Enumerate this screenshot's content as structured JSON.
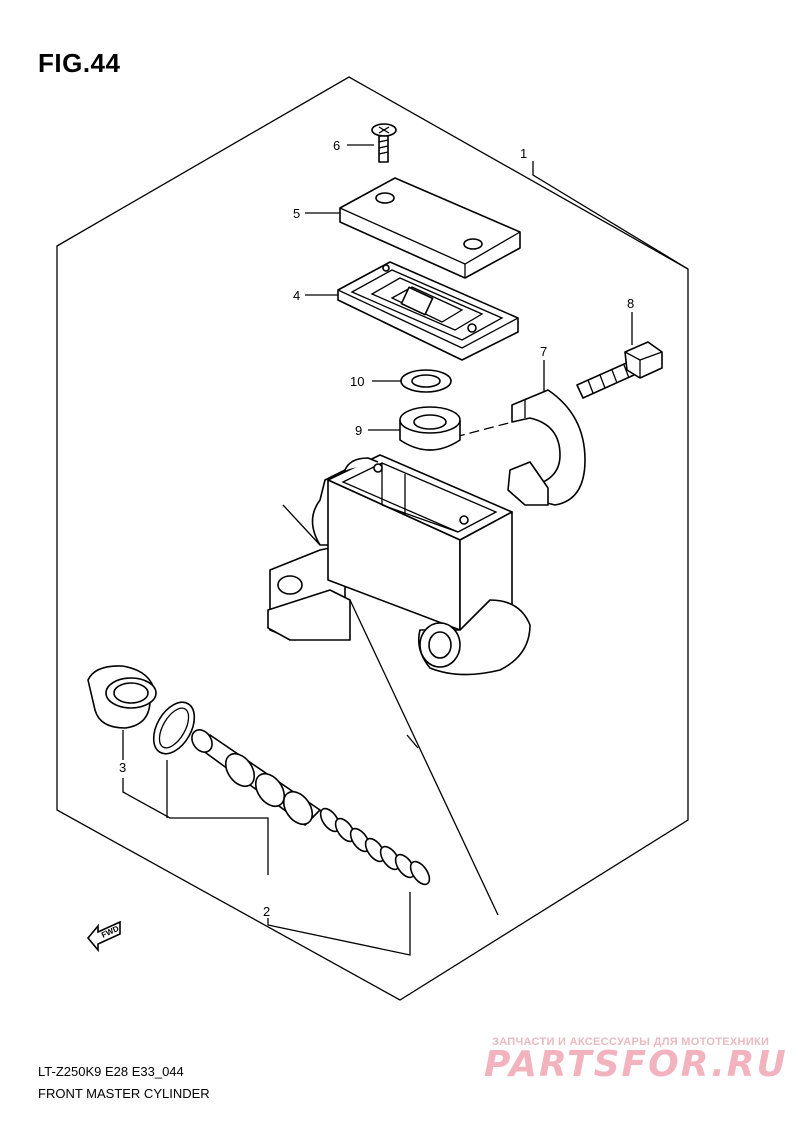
{
  "figure": {
    "title": "FIG.44"
  },
  "callouts": [
    "1",
    "2",
    "3",
    "4",
    "5",
    "6",
    "7",
    "8",
    "9",
    "10"
  ],
  "fwd_label": "FWD",
  "footer": {
    "model_code": "LT-Z250K9 E28 E33_044",
    "caption": "FRONT MASTER CYLINDER"
  },
  "watermark": {
    "tagline": "ЗАПЧАСТИ И АКСЕССУАРЫ ДЛЯ МОТОТЕХНИКИ",
    "brand": "PARTSFOR.RU"
  }
}
